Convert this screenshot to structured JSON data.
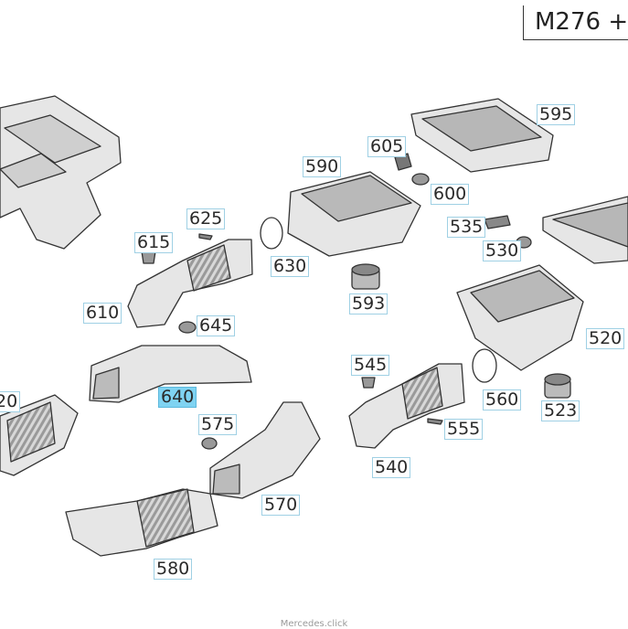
{
  "engine_code": "M276 +",
  "watermark": "Mercedes.click",
  "highlighted_part": "640",
  "parts": {
    "p595": "595",
    "p605": "605",
    "p590": "590",
    "p600": "600",
    "p625": "625",
    "p615": "615",
    "p630": "630",
    "p535": "535",
    "p530": "530",
    "p593": "593",
    "p610": "610",
    "p645": "645",
    "p520": "520",
    "p545": "545",
    "p640": "640",
    "p560": "560",
    "p523": "523",
    "p20": "20",
    "p575": "575",
    "p555": "555",
    "p540": "540",
    "p570": "570",
    "p580": "580"
  }
}
